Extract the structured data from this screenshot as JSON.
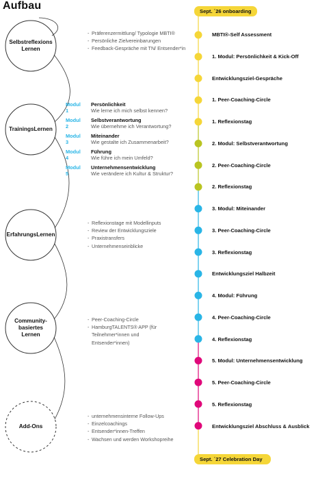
{
  "title": "Aufbau",
  "colors": {
    "yellow": "#f5d638",
    "olive": "#b9c421",
    "blue": "#29b5e6",
    "magenta": "#e0087a",
    "line_dark": "#333333"
  },
  "circles": [
    {
      "label": "Selbstreflexions Lernen",
      "style": "solid"
    },
    {
      "label": "TrainingsLernen",
      "style": "solid"
    },
    {
      "label": "ErfahrungsLernen",
      "style": "solid"
    },
    {
      "label": "Community-basiertes Lernen",
      "style": "solid"
    },
    {
      "label": "Add-Ons",
      "style": "dashed"
    }
  ],
  "bullet_groups": [
    [
      "Präferenzermittlung/ Typologie MBTI®",
      "Persönliche Zielvereinbarungen",
      "Feedback-Gespräche mit TN/ Entsender*in"
    ],
    [
      "Reflexionstage mit Modellinputs",
      "Review der Entwicklungsziele",
      "Praxistransfers",
      "Unternehmenseinblicke"
    ],
    [
      "Peer-Coaching-Circle",
      "HamburgTALENTS® APP (für Teilnehmer*innen und Entsender*innen)"
    ],
    [
      "unternehmensinterne Follow-Ups",
      "Einzelcoachings",
      "Entsender*innen-Treffen",
      "Wachsen und werden Workshopreihe"
    ]
  ],
  "modules": [
    {
      "tag": "Modul 1",
      "title": "Persönlichkeit",
      "question": "Wie lerne ich mich selbst kennen?"
    },
    {
      "tag": "Modul 2",
      "title": "Selbstverantwortung",
      "question": "Wie übernehme ich Verantwortung?"
    },
    {
      "tag": "Modul 3",
      "title": "Miteinander",
      "question": "Wie gestalte ich Zusammenarbeit?"
    },
    {
      "tag": "Modul 4",
      "title": "Führung",
      "question": "Wie führe ich mein Umfeld?"
    },
    {
      "tag": "Modul 5",
      "title": "Unternehmensentwicklung",
      "question": "Wie verändere ich Kultur & Struktur?"
    }
  ],
  "timeline": {
    "start": "Sept. ´26 onboarding",
    "end": "Sept. ´27 Celebration Day",
    "items": [
      {
        "label": "MBTI®-Self Assessment",
        "color": "yellow"
      },
      {
        "label": "1. Modul: Persönlichkeit & Kick-Off",
        "color": "yellow"
      },
      {
        "label": "Entwicklungsziel-Gespräche",
        "color": "yellow"
      },
      {
        "label": "1. Peer-Coaching-Circle",
        "color": "yellow"
      },
      {
        "label": "1. Reflexionstag",
        "color": "yellow"
      },
      {
        "label": "2. Modul: Selbstverantwortung",
        "color": "olive"
      },
      {
        "label": "2. Peer-Coaching-Circle",
        "color": "olive"
      },
      {
        "label": "2. Reflexionstag",
        "color": "olive"
      },
      {
        "label": "3. Modul: Miteinander",
        "color": "blue"
      },
      {
        "label": "3. Peer-Coaching-Circle",
        "color": "blue"
      },
      {
        "label": "3. Reflexionstag",
        "color": "blue"
      },
      {
        "label": "Entwicklungsziel Halbzeit",
        "color": "blue"
      },
      {
        "label": "4. Modul: Führung",
        "color": "blue"
      },
      {
        "label": "4. Peer-Coaching-Circle",
        "color": "blue"
      },
      {
        "label": "4. Reflexionstag",
        "color": "blue"
      },
      {
        "label": "5. Modul: Unternehmensentwicklung",
        "color": "magenta"
      },
      {
        "label": "5. Peer-Coaching-Circle",
        "color": "magenta"
      },
      {
        "label": "5. Reflexionstag",
        "color": "magenta"
      },
      {
        "label": "Entwicklungsziel Abschluss & Ausblick",
        "color": "magenta"
      }
    ]
  }
}
